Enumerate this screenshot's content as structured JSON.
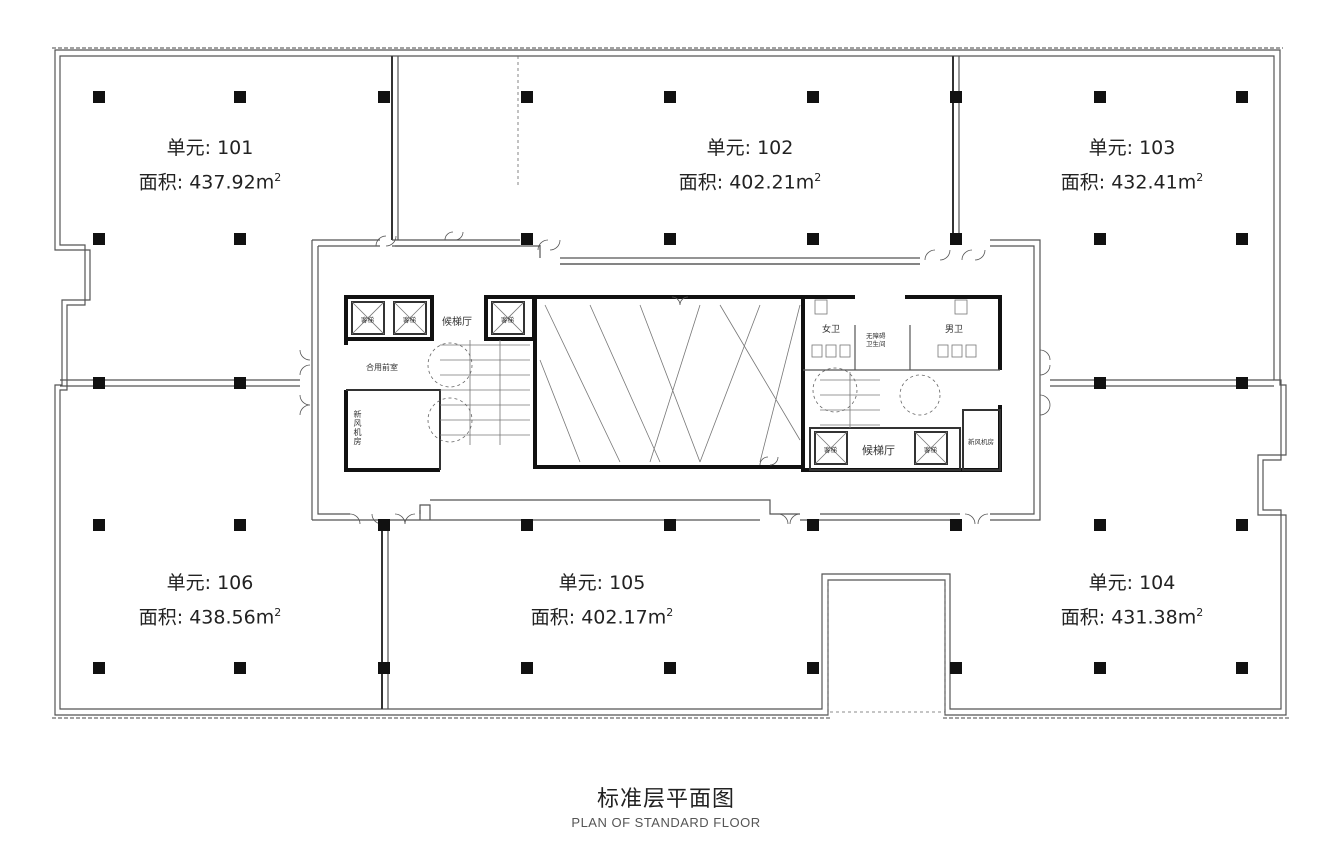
{
  "units": [
    {
      "id": "101",
      "unit_text": "单元: 101",
      "area_text": "面积: 437.92m",
      "sup": "2"
    },
    {
      "id": "102",
      "unit_text": "单元: 102",
      "area_text": "面积: 402.21m",
      "sup": "2"
    },
    {
      "id": "103",
      "unit_text": "单元: 103",
      "area_text": "面积: 432.41m",
      "sup": "2"
    },
    {
      "id": "104",
      "unit_text": "单元: 104",
      "area_text": "面积: 431.38m",
      "sup": "2"
    },
    {
      "id": "105",
      "unit_text": "单元: 105",
      "area_text": "面积: 402.17m",
      "sup": "2"
    },
    {
      "id": "106",
      "unit_text": "单元: 106",
      "area_text": "面积: 438.56m",
      "sup": "2"
    }
  ],
  "core_labels": {
    "elevator_lobby": "候梯厅",
    "shared_anteroom": "合用前室",
    "fresh_air_room": "新风机房",
    "womens_wc": "女卫",
    "mens_wc": "男卫",
    "accessible_wc_line1": "无障碍",
    "accessible_wc_line2": "卫生间",
    "elevator_tag": "客梯"
  },
  "title": {
    "zh": "标准层平面图",
    "en": "PLAN OF STANDARD FLOOR"
  },
  "colors": {
    "wall": "#555555",
    "column": "#111111",
    "text": "#222222"
  }
}
